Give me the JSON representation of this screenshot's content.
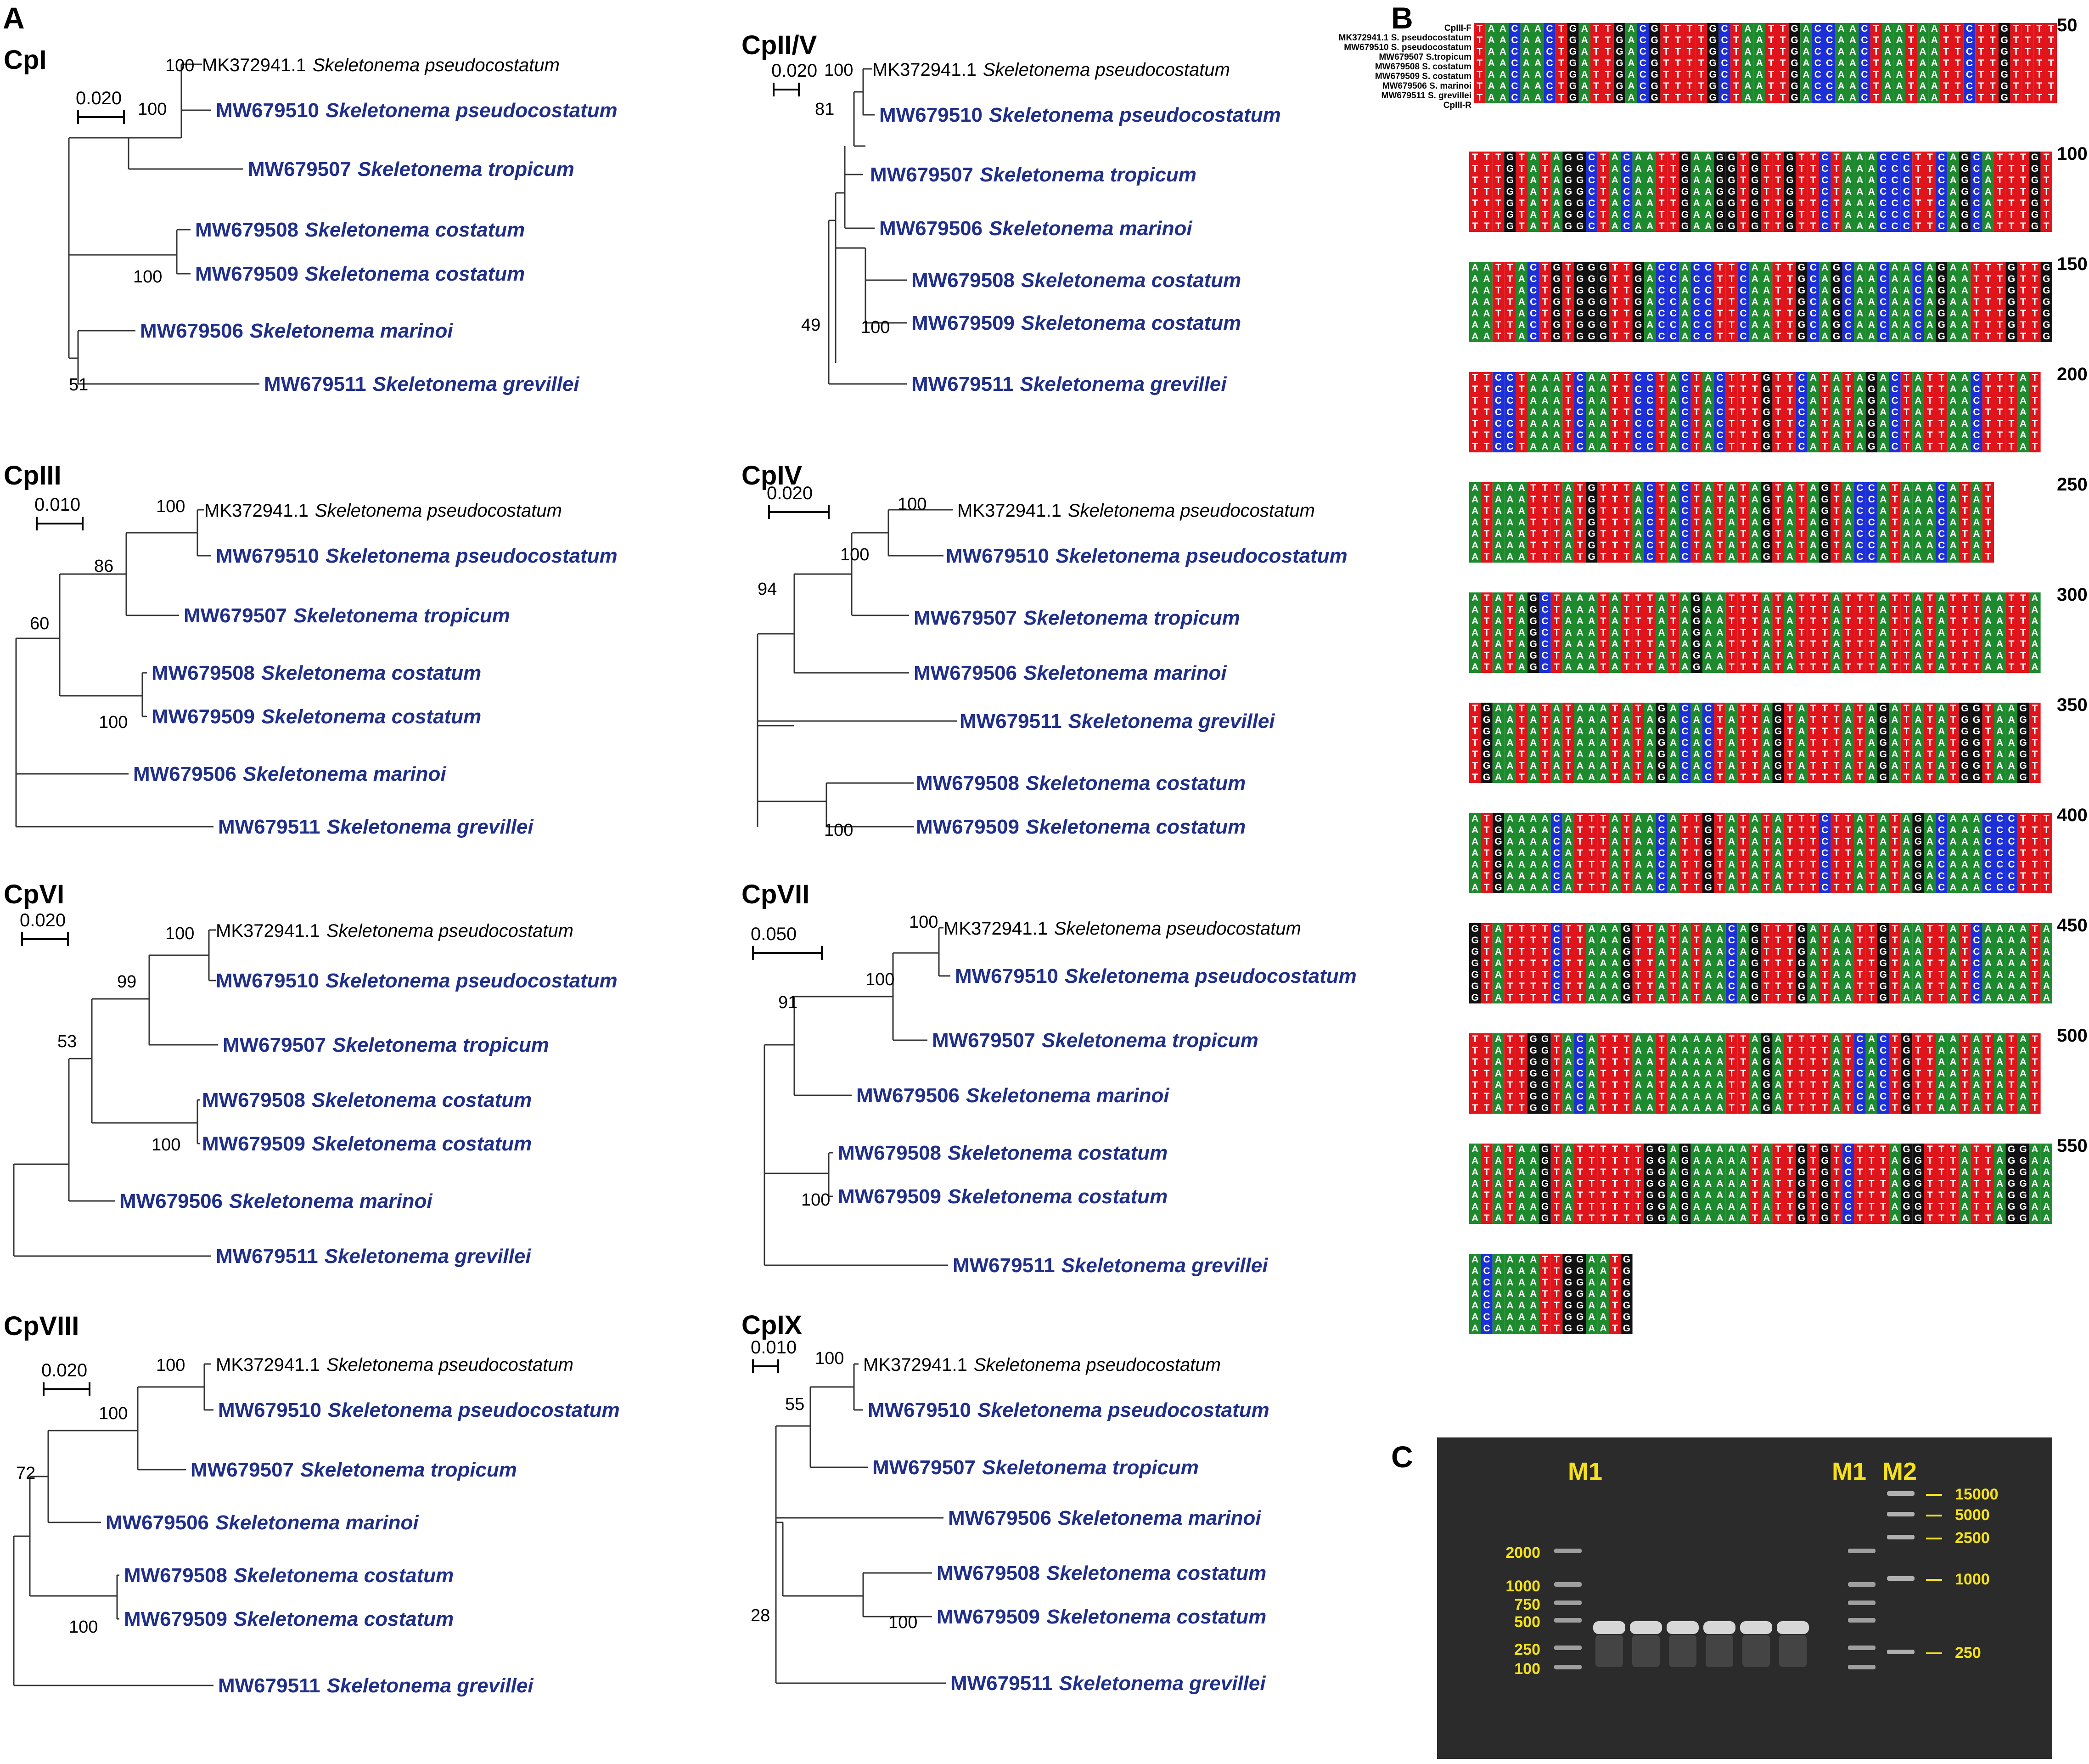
{
  "panels": {
    "a_label": "A",
    "b_label": "B",
    "c_label": "C"
  },
  "colors": {
    "study_sequence": "#1f2f8a",
    "reference_sequence": "#000000",
    "nt_A": "#1e8a2e",
    "nt_T": "#e0141b",
    "nt_C": "#1d2fd6",
    "nt_G": "#111111",
    "gel_background": "#2b2b2b",
    "gel_annotation": "#f5e21a"
  },
  "trees": [
    {
      "title": "CpI",
      "scale": "0.020",
      "leaves": [
        {
          "acc": "MK372941.1",
          "species": "Skeletonema pseudocostatum",
          "reference": true
        },
        {
          "acc": "MW679510",
          "species": "Skeletonema pseudocostatum",
          "reference": false
        },
        {
          "acc": "MW679507",
          "species": "Skeletonema tropicum",
          "reference": false
        },
        {
          "acc": "MW679508",
          "species": "Skeletonema costatum",
          "reference": false
        },
        {
          "acc": "MW679509",
          "species": "Skeletonema costatum",
          "reference": false
        },
        {
          "acc": "MW679506",
          "species": "Skeletonema marinoi",
          "reference": false
        },
        {
          "acc": "MW679511",
          "species": "Skeletonema grevillei",
          "reference": false
        }
      ],
      "bootstrap": [
        "100",
        "100",
        "100",
        "51"
      ]
    },
    {
      "title": "CpII/V",
      "scale": "0.020",
      "leaves": [
        {
          "acc": "MK372941.1",
          "species": "Skeletonema pseudocostatum",
          "reference": true
        },
        {
          "acc": "MW679510",
          "species": "Skeletonema pseudocostatum",
          "reference": false
        },
        {
          "acc": "MW679507",
          "species": "Skeletonema tropicum",
          "reference": false
        },
        {
          "acc": "MW679506",
          "species": "Skeletonema marinoi",
          "reference": false
        },
        {
          "acc": "MW679508",
          "species": "Skeletonema costatum",
          "reference": false
        },
        {
          "acc": "MW679509",
          "species": "Skeletonema costatum",
          "reference": false
        },
        {
          "acc": "MW679511",
          "species": "Skeletonema grevillei",
          "reference": false
        }
      ],
      "bootstrap": [
        "100",
        "81",
        "49",
        "100"
      ]
    },
    {
      "title": "CpIII",
      "scale": "0.010",
      "leaves": [
        {
          "acc": "MK372941.1",
          "species": "Skeletonema pseudocostatum",
          "reference": true
        },
        {
          "acc": "MW679510",
          "species": "Skeletonema pseudocostatum",
          "reference": false
        },
        {
          "acc": "MW679507",
          "species": "Skeletonema tropicum",
          "reference": false
        },
        {
          "acc": "MW679508",
          "species": "Skeletonema costatum",
          "reference": false
        },
        {
          "acc": "MW679509",
          "species": "Skeletonema costatum",
          "reference": false
        },
        {
          "acc": "MW679506",
          "species": "Skeletonema marinoi",
          "reference": false
        },
        {
          "acc": "MW679511",
          "species": "Skeletonema grevillei",
          "reference": false
        }
      ],
      "bootstrap": [
        "100",
        "86",
        "60",
        "100"
      ]
    },
    {
      "title": "CpIV",
      "scale": "0.020",
      "leaves": [
        {
          "acc": "MK372941.1",
          "species": "Skeletonema pseudocostatum",
          "reference": true
        },
        {
          "acc": "MW679510",
          "species": "Skeletonema pseudocostatum",
          "reference": false
        },
        {
          "acc": "MW679507",
          "species": "Skeletonema tropicum",
          "reference": false
        },
        {
          "acc": "MW679506",
          "species": "Skeletonema marinoi",
          "reference": false
        },
        {
          "acc": "MW679511",
          "species": "Skeletonema grevillei",
          "reference": false
        },
        {
          "acc": "MW679508",
          "species": "Skeletonema costatum",
          "reference": false
        },
        {
          "acc": "MW679509",
          "species": "Skeletonema costatum",
          "reference": false
        }
      ],
      "bootstrap": [
        "100",
        "100",
        "94",
        "100"
      ]
    },
    {
      "title": "CpVI",
      "scale": "0.020",
      "leaves": [
        {
          "acc": "MK372941.1",
          "species": "Skeletonema pseudocostatum",
          "reference": true
        },
        {
          "acc": "MW679510",
          "species": "Skeletonema pseudocostatum",
          "reference": false
        },
        {
          "acc": "MW679507",
          "species": "Skeletonema tropicum",
          "reference": false
        },
        {
          "acc": "MW679508",
          "species": "Skeletonema costatum",
          "reference": false
        },
        {
          "acc": "MW679509",
          "species": "Skeletonema costatum",
          "reference": false
        },
        {
          "acc": "MW679506",
          "species": "Skeletonema marinoi",
          "reference": false
        },
        {
          "acc": "MW679511",
          "species": "Skeletonema grevillei",
          "reference": false
        }
      ],
      "bootstrap": [
        "100",
        "99",
        "53",
        "100"
      ]
    },
    {
      "title": "CpVII",
      "scale": "0.050",
      "leaves": [
        {
          "acc": "MK372941.1",
          "species": "Skeletonema pseudocostatum",
          "reference": true
        },
        {
          "acc": "MW679510",
          "species": "Skeletonema pseudocostatum",
          "reference": false
        },
        {
          "acc": "MW679507",
          "species": "Skeletonema tropicum",
          "reference": false
        },
        {
          "acc": "MW679506",
          "species": "Skeletonema marinoi",
          "reference": false
        },
        {
          "acc": "MW679508",
          "species": "Skeletonema costatum",
          "reference": false
        },
        {
          "acc": "MW679509",
          "species": "Skeletonema costatum",
          "reference": false
        },
        {
          "acc": "MW679511",
          "species": "Skeletonema grevillei",
          "reference": false
        }
      ],
      "bootstrap": [
        "100",
        "100",
        "91",
        "100"
      ]
    },
    {
      "title": "CpVIII",
      "scale": "0.020",
      "leaves": [
        {
          "acc": "MK372941.1",
          "species": "Skeletonema pseudocostatum",
          "reference": true
        },
        {
          "acc": "MW679510",
          "species": "Skeletonema pseudocostatum",
          "reference": false
        },
        {
          "acc": "MW679507",
          "species": "Skeletonema tropicum",
          "reference": false
        },
        {
          "acc": "MW679506",
          "species": "Skeletonema marinoi",
          "reference": false
        },
        {
          "acc": "MW679508",
          "species": "Skeletonema costatum",
          "reference": false
        },
        {
          "acc": "MW679509",
          "species": "Skeletonema costatum",
          "reference": false
        },
        {
          "acc": "MW679511",
          "species": "Skeletonema grevillei",
          "reference": false
        }
      ],
      "bootstrap": [
        "100",
        "100",
        "72",
        "100"
      ]
    },
    {
      "title": "CpIX",
      "scale": "0.010",
      "leaves": [
        {
          "acc": "MK372941.1",
          "species": "Skeletonema pseudocostatum",
          "reference": true
        },
        {
          "acc": "MW679510",
          "species": "Skeletonema pseudocostatum",
          "reference": false
        },
        {
          "acc": "MW679507",
          "species": "Skeletonema tropicum",
          "reference": false
        },
        {
          "acc": "MW679506",
          "species": "Skeletonema marinoi",
          "reference": false
        },
        {
          "acc": "MW679508",
          "species": "Skeletonema costatum",
          "reference": false
        },
        {
          "acc": "MW679509",
          "species": "Skeletonema costatum",
          "reference": false
        },
        {
          "acc": "MW679511",
          "species": "Skeletonema grevillei",
          "reference": false
        }
      ],
      "bootstrap": [
        "100",
        "55",
        "28",
        "100"
      ]
    }
  ],
  "alignment": {
    "row_labels": [
      "CpIII-F",
      "MK372941.1 S. pseudocostatum",
      "MW679510 S. pseudocostatum",
      "MW679507 S.tropicum",
      "MW679508 S. costatum",
      "MW679509 S. costatum",
      "MW679506 S. marinoi",
      "MW679511 S. grevillei",
      "CpIII-R"
    ],
    "blocks": [
      {
        "pos": "50",
        "seq": "TAACAACTGATTGACGTTTTGCTAATTGACCAACTAATAATTCTTGTTTT"
      },
      {
        "pos": "100",
        "seq": "TTTGTATAGGCTACAATTGAAGGTGTTGTTCTAAACCCTTCAGCATTTGT"
      },
      {
        "pos": "150",
        "seq": "AATTACTGTGGGTTGACCACCTTCAATTGCAGCAACAACAGAATTTGTTG"
      },
      {
        "pos": "200",
        "seq": "TTCCTAAATCAATTCCTACTACTTTGTTCATATAGACTATTAACTTTAT"
      },
      {
        "pos": "250",
        "seq": "ATAAATTTATGTTTACTACTATATAGTATAGTACCATAAACATAT"
      },
      {
        "pos": "300",
        "seq": "ATATAGCTAAATATTTATAGAATTTATATTTATTTATTATATTTAATTA"
      },
      {
        "pos": "350",
        "seq": "TGAATATATAAATATAGACACTATTAGTATTTATAGATATATGGTAAGT"
      },
      {
        "pos": "400",
        "seq": "ATGAAAACATTTATAACATTGTATATATTTCTTATATAGACAAACCCTTT"
      },
      {
        "pos": "450",
        "seq": "GTATTTTCTTAAAGTTATATAACAGTTTGATAATTGTAATTATCAAAATA"
      },
      {
        "pos": "500",
        "seq": "TTATTGGTACATTTAATAAAAATTAGATTTTATCACTGTTAATATATAT"
      },
      {
        "pos": "550",
        "seq": "ATATAAGTATTTTTTGGAGAAAAATATTGTGTCTTTAGGTTTATTAGGAA"
      },
      {
        "pos": "",
        "seq": "ACAAAATTGGAATG"
      }
    ]
  },
  "gel": {
    "lane_labels": [
      "M1",
      "M1",
      "M2"
    ],
    "m1_sizes": [
      "2000",
      "1000",
      "750",
      "500",
      "250",
      "100"
    ],
    "m2_sizes": [
      "15000",
      "5000",
      "2500",
      "1000",
      "250"
    ]
  }
}
